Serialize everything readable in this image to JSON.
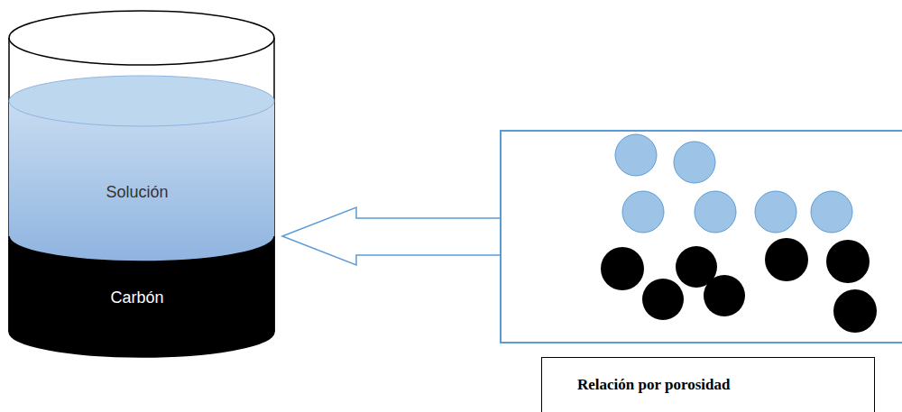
{
  "diagram": {
    "nodes": [
      {
        "text": [
          "Solución"
        ]
      },
      {
        "text": [
          "Carbón"
        ]
      },
      {
        "text": [
          "Relación por porosidad"
        ]
      }
    ]
  }
}
